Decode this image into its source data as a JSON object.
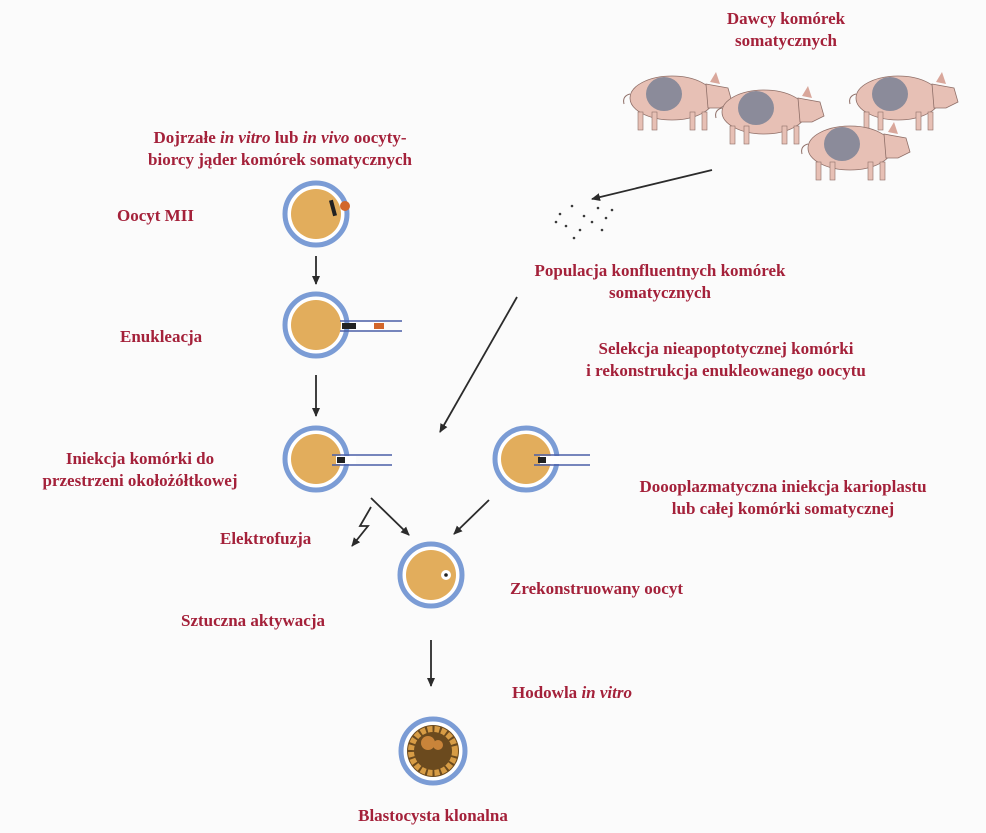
{
  "colors": {
    "label": "#a4213a",
    "oocyte_fill": "#e2ad5c",
    "zona_ring": "#7b9cd5",
    "arrow": "#2b2b2b",
    "pig_skin": "#e7c0b5",
    "pig_patch": "#8b8b9a"
  },
  "labels": {
    "donors_line1": "Dawcy komórek",
    "donors_line2": "somatycznych",
    "recipients_line1_a": "Dojrzałe ",
    "recipients_line1_b": "in vitro",
    "recipients_line1_c": " lub ",
    "recipients_line1_d": "in vivo",
    "recipients_line1_e": " oocyty-",
    "recipients_line2": "biorcy jąder komórek somatycznych",
    "oocyte_mii": "Oocyt MII",
    "enucleation": "Enukleacja",
    "population_line1": "Populacja konfluentnych komórek",
    "population_line2": "somatycznych",
    "selection_line1": "Selekcja nieapoptotycznej komórki",
    "selection_line2": "i rekonstrukcja enukleowanego oocytu",
    "injection_line1": "Iniekcja komórki do",
    "injection_line2": "przestrzeni okołożółtkowej",
    "cytoplasmic_line1": "Doooplazmatyczna iniekcja karioplastu",
    "cytoplasmic_line2": "lub całej komórki somatycznej",
    "electrofusion": "Elektrofuzja",
    "reconstructed": "Zrekonstruowany oocyt",
    "activation": "Sztuczna aktywacja",
    "culture_a": "Hodowla ",
    "culture_b": "in vitro",
    "blastocyst": "Blastocysta klonalna"
  }
}
